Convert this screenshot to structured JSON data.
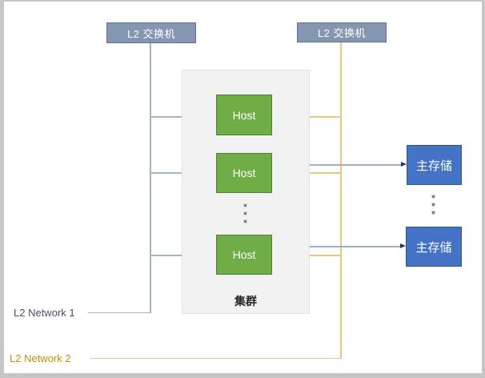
{
  "diagram": {
    "switches": [
      {
        "label": "L2 交换机"
      },
      {
        "label": "L2 交换机"
      }
    ],
    "cluster": {
      "label": "集群",
      "hosts": [
        {
          "label": "Host"
        },
        {
          "label": "Host"
        },
        {
          "label": "Host"
        }
      ]
    },
    "storages": [
      {
        "label": "主存储"
      },
      {
        "label": "主存储"
      }
    ],
    "networks": [
      {
        "label": "L2 Network 1",
        "text_color": "#44546A",
        "line_color": "#A7B2C4"
      },
      {
        "label": "L2 Network 2",
        "text_color": "#BF9000",
        "line_color": "#EBC77D"
      }
    ],
    "colors": {
      "switch_fill": "#8496B0",
      "switch_border": "#5D7599",
      "host_fill": "#70AD47",
      "host_border": "#507E32",
      "storage_fill": "#4472C4",
      "storage_border": "#2F5597",
      "cluster_fill": "#F2F2F2",
      "cluster_border": "#E3E3E3",
      "arrow_line": "#9FB0C8",
      "arrow_head": "#203864",
      "ellipsis_dot": "#7F7F7F",
      "frame_border": "#C6C6C6"
    }
  }
}
